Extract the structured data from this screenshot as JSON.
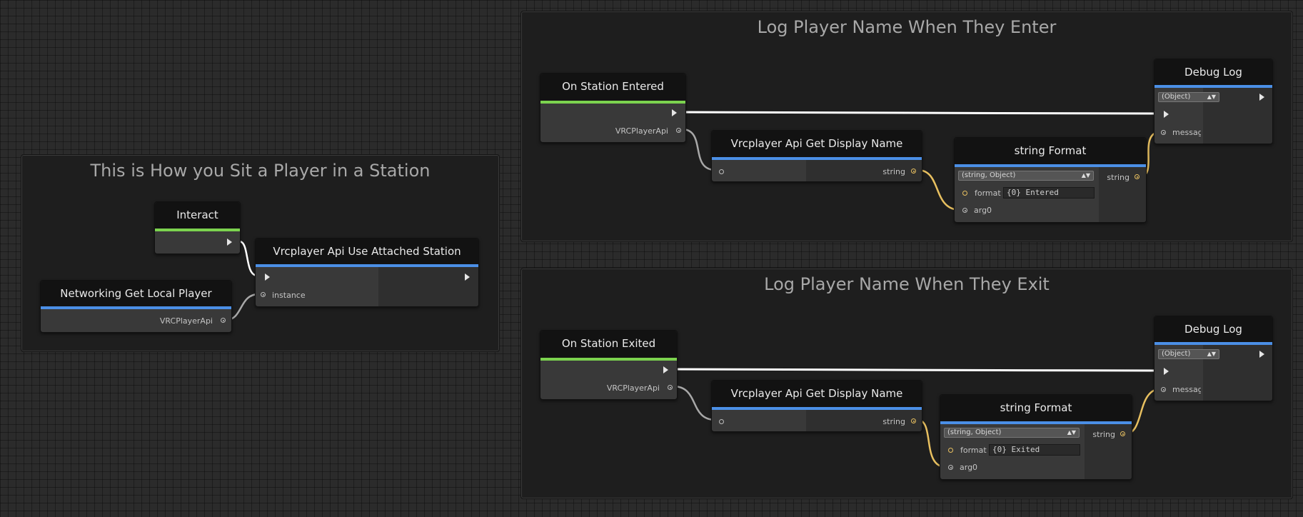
{
  "groups": {
    "sit": {
      "title": "This is How you Sit a Player in a Station"
    },
    "enter": {
      "title": "Log Player Name When They Enter"
    },
    "exit": {
      "title": "Log Player Name When They Exit"
    }
  },
  "nodes": {
    "interact": {
      "title": "Interact"
    },
    "use_station": {
      "title": "Vrcplayer Api Use Attached Station",
      "instance": "instance"
    },
    "local_player": {
      "title": "Networking Get Local Player",
      "out": "VRCPlayerApi"
    },
    "on_entered": {
      "title": "On Station Entered",
      "out": "VRCPlayerApi"
    },
    "get_name_1": {
      "title": "Vrcplayer Api Get Display Name",
      "out": "string"
    },
    "format_1": {
      "title": "string Format",
      "overload": "(string, Object)",
      "format_label": "format",
      "format_value": "{0} Entered",
      "arg0": "arg0",
      "out": "string"
    },
    "debug_1": {
      "title": "Debug Log",
      "overload": "(Object)",
      "message": "message"
    },
    "on_exited": {
      "title": "On Station Exited",
      "out": "VRCPlayerApi"
    },
    "get_name_2": {
      "title": "Vrcplayer Api Get Display Name",
      "out": "string"
    },
    "format_2": {
      "title": "string Format",
      "overload": "(string, Object)",
      "format_label": "format",
      "format_value": "{0} Exited",
      "arg0": "arg0",
      "out": "string"
    },
    "debug_2": {
      "title": "Debug Log",
      "overload": "(Object)",
      "message": "message"
    }
  },
  "colors": {
    "event_bar": "#7cd34f",
    "method_bar": "#4b8fe6",
    "string_wire": "#e8c060",
    "flow_wire": "#ffffff"
  }
}
